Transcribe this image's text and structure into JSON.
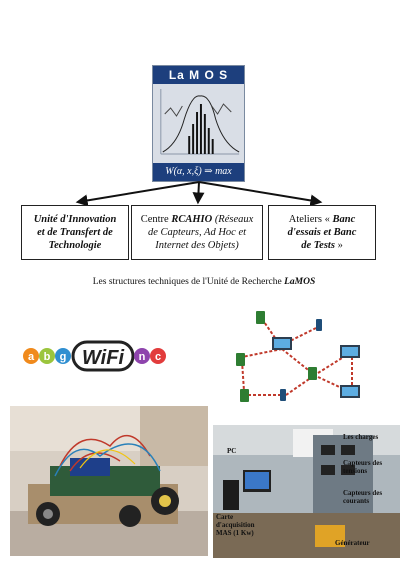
{
  "logo": {
    "title": "La M O S",
    "formula": "W(α, x,ξ) ⇒ max"
  },
  "boxes": {
    "left": [
      "Unité d'Innovation",
      "et de Transfert de",
      "Technologie"
    ],
    "middle": {
      "line1_prefix": "Centre ",
      "line1_bold": "RCAHIO",
      "line1_suffix": " (Réseaux",
      "line2": "de Capteurs, Ad Hoc et",
      "line3": "Internet des Objets)"
    },
    "right": {
      "line1_prefix": "Ateliers « ",
      "line1_bold": "Banc",
      "line2": "d'essais et Banc",
      "line3_bold": "de Tests",
      "line3_suffix": " »"
    }
  },
  "caption": {
    "text": "Les structures techniques de l'Unité de Recherche ",
    "bold": "LaMOS"
  },
  "wifi_logo": {
    "letters": [
      "a",
      "b",
      "g",
      "n",
      "c"
    ],
    "word": "WiFi",
    "colors": [
      "#f08a1c",
      "#9bc53d",
      "#2f8fd1",
      "#8e44ad",
      "#e23c3c"
    ]
  },
  "lab_photo": {
    "labels": {
      "pc": "PC",
      "charges": "Les charges",
      "tensions": "Capteurs des tensions",
      "courants": "Capteurs des courants",
      "carte": "Carte d'acquisition MAS (1 Kw)",
      "generateur": "Générateur"
    }
  }
}
